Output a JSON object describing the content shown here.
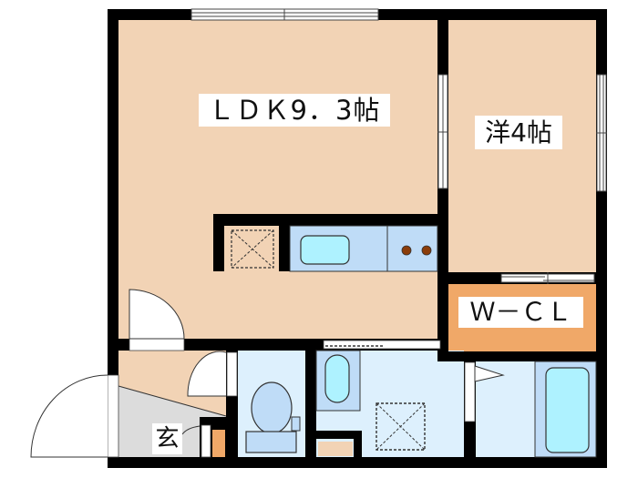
{
  "floorplan": {
    "colors": {
      "wall": "#000000",
      "living_floor": "#f2d3b5",
      "closet_floor": "#f0a868",
      "wet_floor": "#ddf0fd",
      "fixture_blue": "#bfdcf7",
      "fixture_cyan": "#aef2ff",
      "entry_floor": "#dcdcdc",
      "stove_burner": "#8b3d0a",
      "background": "#ffffff"
    },
    "rooms": {
      "ldk": {
        "label": "ＬＤＫ9．3帖"
      },
      "western": {
        "label": "洋4帖"
      },
      "wcl": {
        "label": "Ｗ－ＣＬ"
      },
      "entrance": {
        "label": "玄"
      }
    },
    "fixtures": {
      "kitchen_sink": "sink-icon",
      "stove": "stove-icon",
      "fridge_space": "fridge-space-icon",
      "toilet": "toilet-icon",
      "washbasin": "washbasin-icon",
      "washer_space": "washer-space-icon",
      "bathtub": "bathtub-icon",
      "shoe_cabinet": "shoe-cabinet-icon"
    }
  }
}
